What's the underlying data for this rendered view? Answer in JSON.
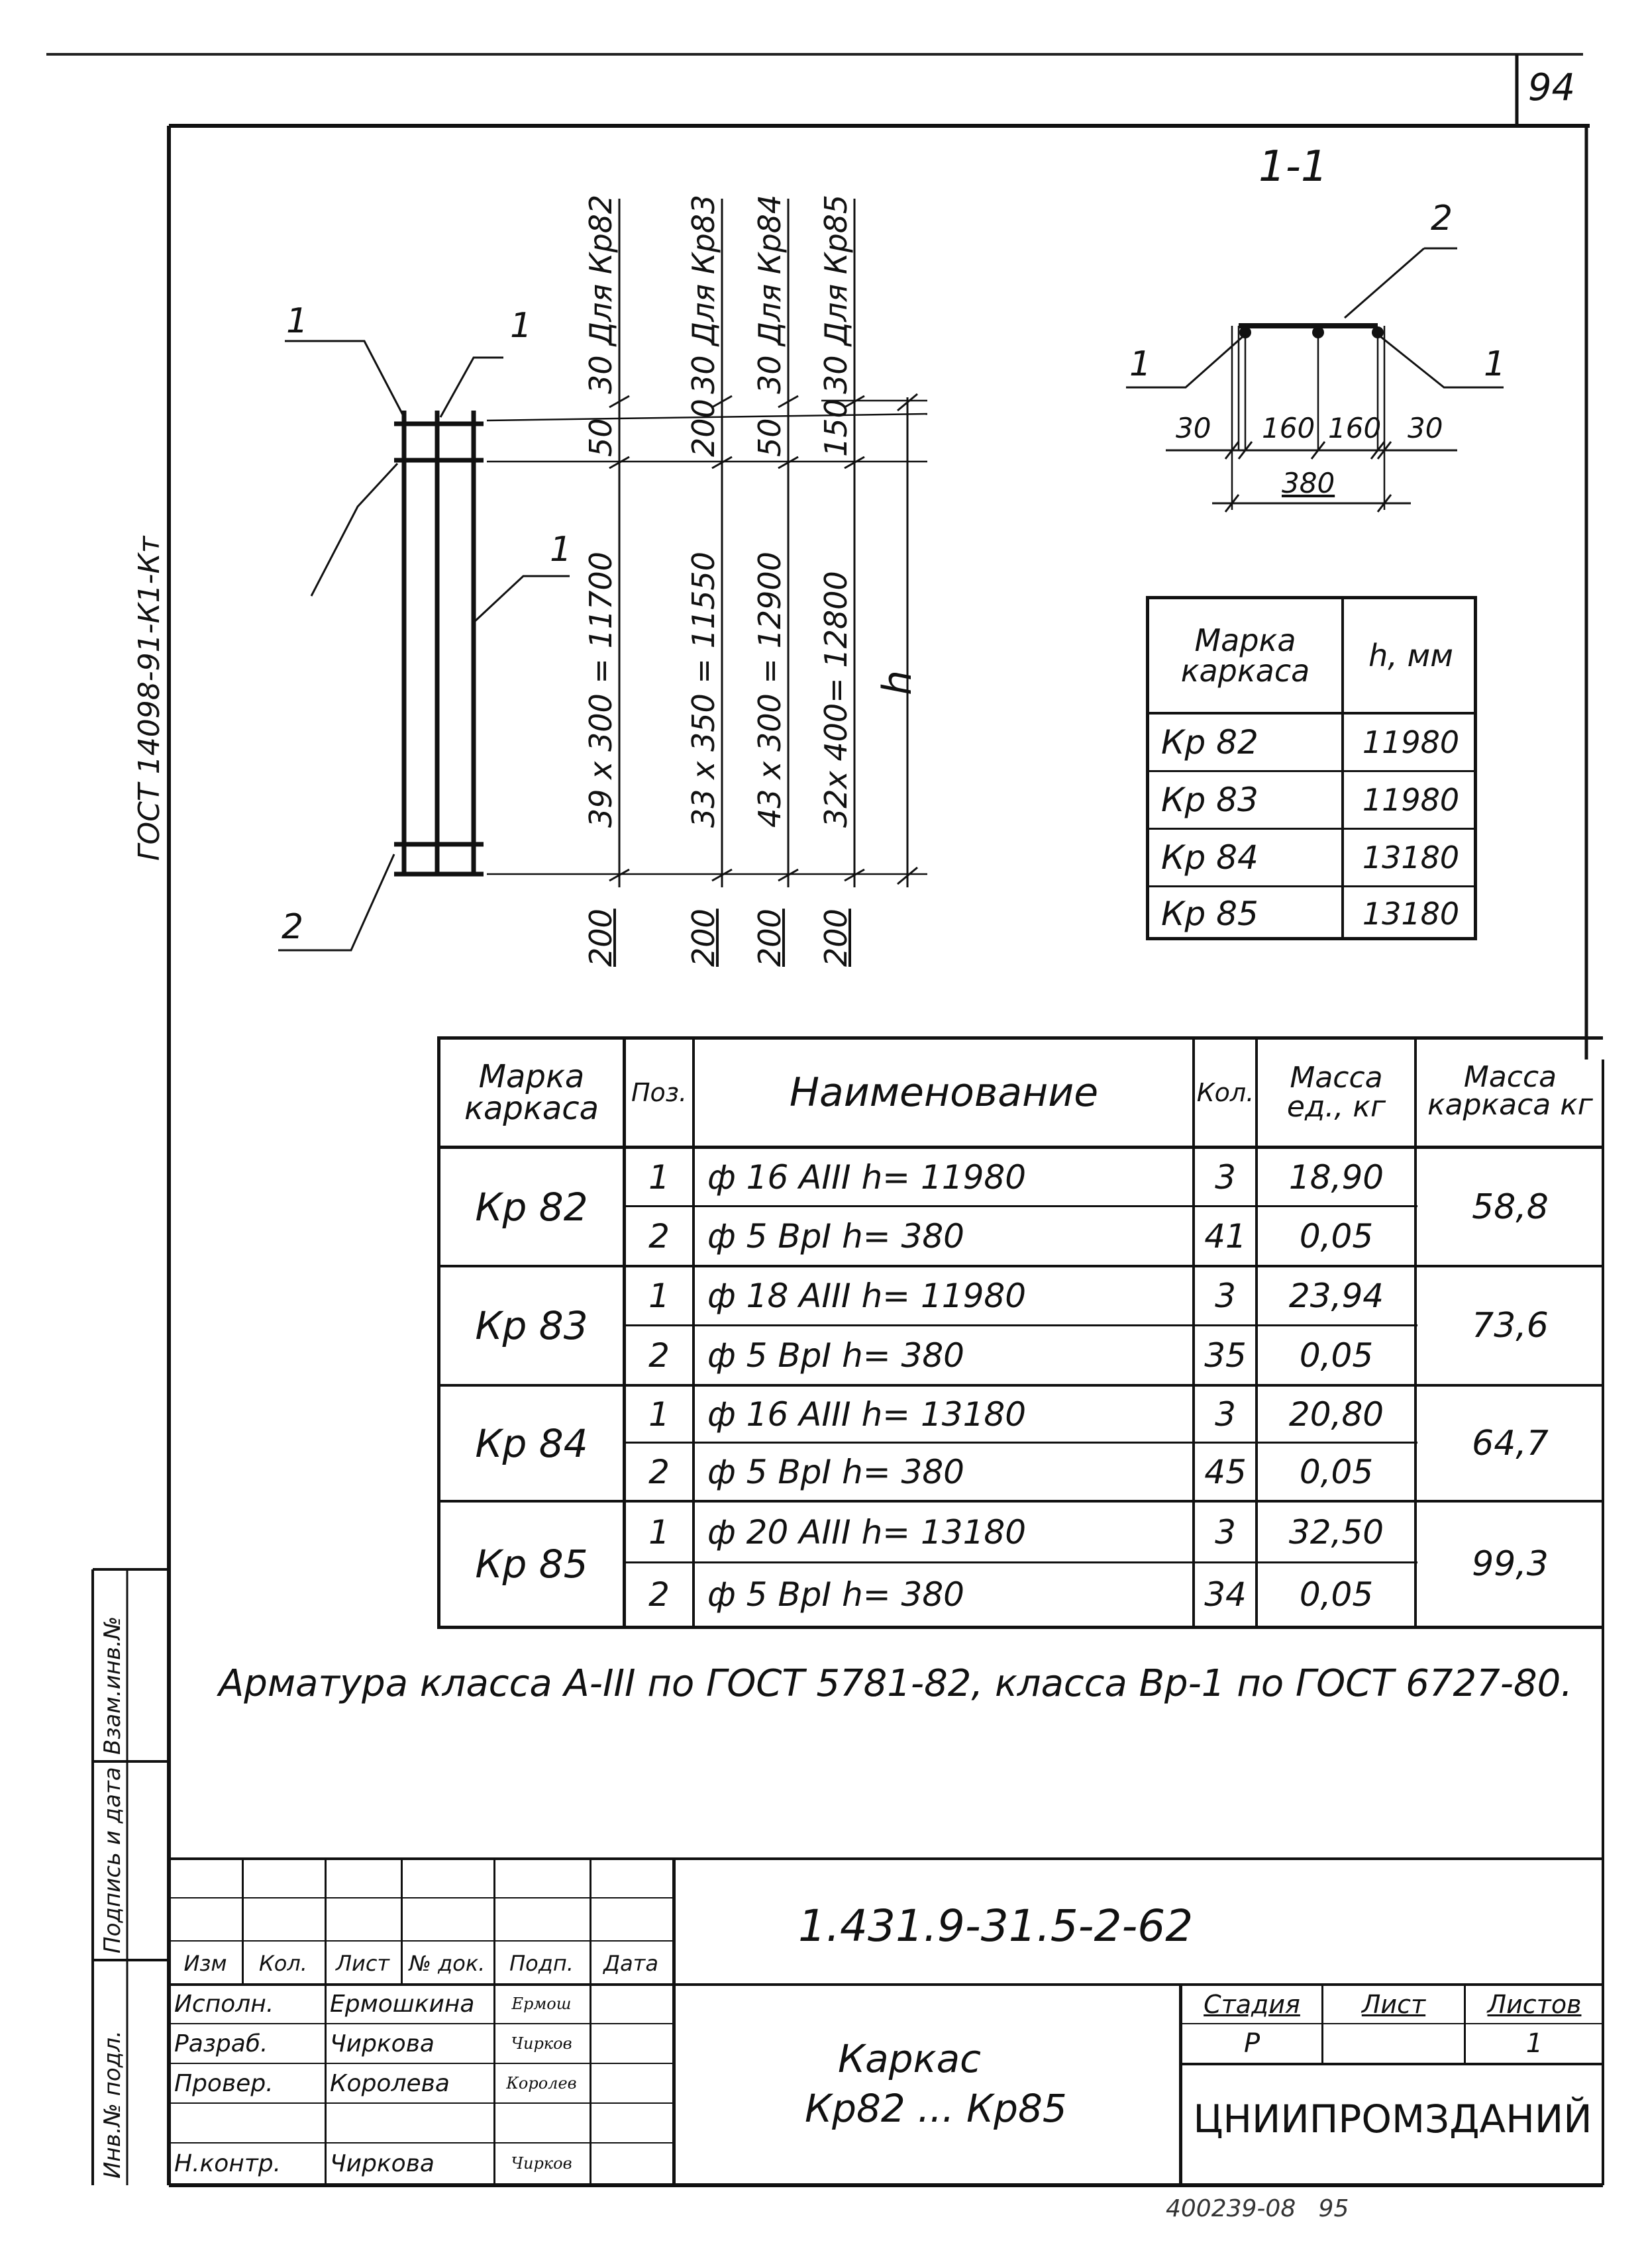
{
  "sheet_number": "94",
  "drawing": {
    "gost_label": "ГОСТ 14098-91-К1-Кт",
    "callouts": {
      "left_top": "1",
      "mid_top": "1",
      "rod_mid": "1",
      "bottom": "2"
    },
    "h_label": "h",
    "dims": [
      {
        "top": "30 Для Кр82",
        "seg1": "50",
        "main": "39 х 300 = 11700",
        "bottom": "200"
      },
      {
        "top": "30 Для Кр83",
        "seg1": "200",
        "main": "33 х 350 = 11550",
        "bottom": "200"
      },
      {
        "top": "30 Для Кр84",
        "seg1": "50",
        "main": "43 х 300 = 12900",
        "bottom": "200"
      },
      {
        "top": "30 Для Кр85",
        "seg1": "150",
        "main": "32х 400= 12800",
        "bottom": "200"
      }
    ]
  },
  "section": {
    "title": "1-1",
    "callout_top": "2",
    "callout_left": "1",
    "callout_right": "1",
    "dims": [
      "30",
      "160",
      "160",
      "30"
    ],
    "total": "380"
  },
  "h_table": {
    "headers": [
      "Марка каркаса",
      "h, мм"
    ],
    "rows": [
      [
        "Кр 82",
        "11980"
      ],
      [
        "Кр 83",
        "11980"
      ],
      [
        "Кр 84",
        "13180"
      ],
      [
        "Кр 85",
        "13180"
      ]
    ]
  },
  "spec_table": {
    "headers": [
      "Марка каркаса",
      "Поз.",
      "Наименование",
      "Кол.",
      "Масса ед., кг",
      "Масса каркаса кг"
    ],
    "groups": [
      {
        "mark": "Кр 82",
        "total": "58,8",
        "rows": [
          {
            "pos": "1",
            "name": "ф 16 АIII  ℎ= 11980",
            "qty": "3",
            "mass": "18,90"
          },
          {
            "pos": "2",
            "name": "ф 5 ВрI  ℎ=  380",
            "qty": "41",
            "mass": "0,05"
          }
        ]
      },
      {
        "mark": "Кр 83",
        "total": "73,6",
        "rows": [
          {
            "pos": "1",
            "name": "ф 18 АIII  ℎ= 11980",
            "qty": "3",
            "mass": "23,94"
          },
          {
            "pos": "2",
            "name": "ф 5 ВрI  ℎ=  380",
            "qty": "35",
            "mass": "0,05"
          }
        ]
      },
      {
        "mark": "Кр 84",
        "total": "64,7",
        "rows": [
          {
            "pos": "1",
            "name": "ф 16 АIII  ℎ= 13180",
            "qty": "3",
            "mass": "20,80"
          },
          {
            "pos": "2",
            "name": "ф 5 ВрI  ℎ=  380",
            "qty": "45",
            "mass": "0,05"
          }
        ]
      },
      {
        "mark": "Кр 85",
        "total": "99,3",
        "rows": [
          {
            "pos": "1",
            "name": "ф 20 АIII  ℎ= 13180",
            "qty": "3",
            "mass": "32,50"
          },
          {
            "pos": "2",
            "name": "ф 5 ВрI  ℎ=  380",
            "qty": "34",
            "mass": "0,05"
          }
        ]
      }
    ]
  },
  "note": "Арматура класса А-III по ГОСТ 5781-82, класса Вр-1 по ГОСТ 6727-80.",
  "side_labels": [
    "Инв.№ подл.",
    "Подпись и дата",
    "Взам.инв.№"
  ],
  "title_block": {
    "code": "1.431.9-31.5-2-62",
    "col_headers": [
      "Изм",
      "Кол.",
      "Лист",
      "№ док.",
      "Подп.",
      "Дата"
    ],
    "people": [
      {
        "role": "Исполн.",
        "name": "Ермошкина",
        "sign": "Ермош"
      },
      {
        "role": "Разраб.",
        "name": "Чиркова",
        "sign": "Чирков"
      },
      {
        "role": "Провер.",
        "name": "Королева",
        "sign": "Королев"
      },
      {
        "role": "",
        "name": "",
        "sign": ""
      },
      {
        "role": "Н.контр.",
        "name": "Чиркова",
        "sign": "Чирков"
      }
    ],
    "item_name_1": "Каркас",
    "item_name_2": "Кр82 ... Кр85",
    "stage_header": "Стадия",
    "sheet_header": "Лист",
    "sheets_header": "Листов",
    "stage": "Р",
    "sheet": "",
    "sheets": "1",
    "org": "ЦНИИПРОМЗДАНИЙ"
  },
  "footer_stamp": "400239-08   95"
}
